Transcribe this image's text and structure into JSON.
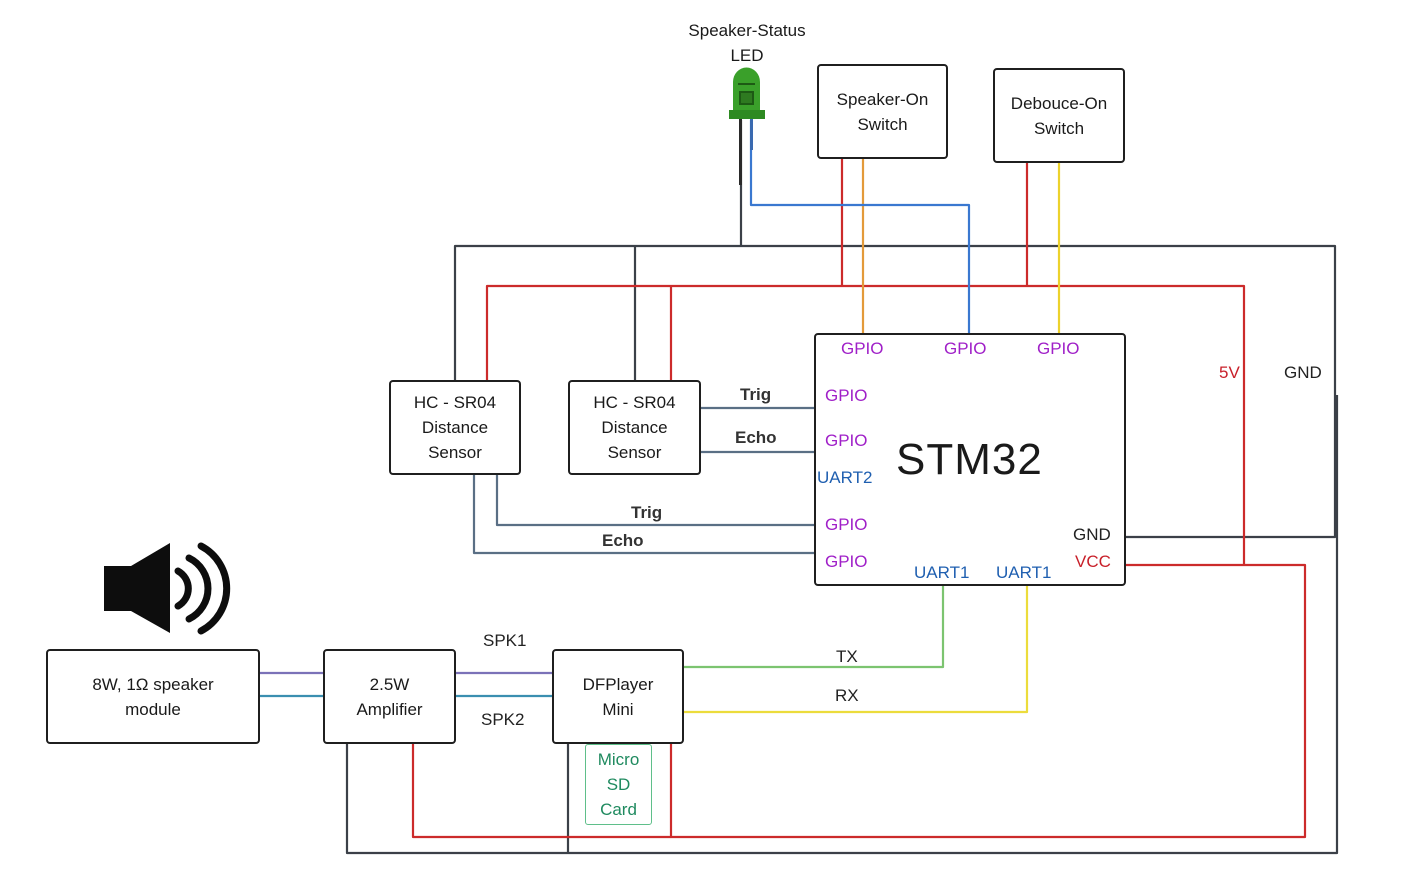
{
  "colors": {
    "power": "#cc2b2b",
    "ground": "#3b4048",
    "led_signal": "#3a78d0",
    "speaker_switch_signal": "#e39a3a",
    "debounce_switch_signal": "#ecd22c",
    "tx": "#7cc470",
    "rx": "#ecdc3c",
    "speaker_line_1": "#7b72b8",
    "speaker_line_2": "#3a8fb0",
    "sensor_wire": "#5a6f85"
  },
  "led": {
    "title": "Speaker-Status\nLED",
    "icon": "green-led-icon"
  },
  "speaker_icon": "speaker-volume-icon",
  "components": {
    "speaker_switch": "Speaker-On\nSwitch",
    "debounce_switch": "Debouce-On\nSwitch",
    "sensor_1": "HC - SR04\nDistance\nSensor",
    "sensor_2": "HC - SR04\nDistance\nSensor",
    "speaker_module": "8W, 1Ω speaker\nmodule",
    "amplifier": "2.5W\nAmplifier",
    "dfplayer": "DFPlayer\nMini",
    "sd_card": "Micro\nSD\nCard"
  },
  "stm32": {
    "title": "STM32",
    "top_pins": [
      "GPIO",
      "GPIO",
      "GPIO"
    ],
    "left_pins": [
      "GPIO",
      "GPIO",
      "UART2",
      "GPIO",
      "GPIO"
    ],
    "bottom_pins": [
      "UART1",
      "UART1"
    ],
    "right_pins": [
      "GND",
      "VCC"
    ]
  },
  "wire_labels": {
    "trig_1": "Trig",
    "echo_1": "Echo",
    "trig_2": "Trig",
    "echo_2": "Echo",
    "spk1": "SPK1",
    "spk2": "SPK2",
    "tx": "TX",
    "rx": "RX",
    "rail_5v": "5V",
    "rail_gnd": "GND"
  }
}
